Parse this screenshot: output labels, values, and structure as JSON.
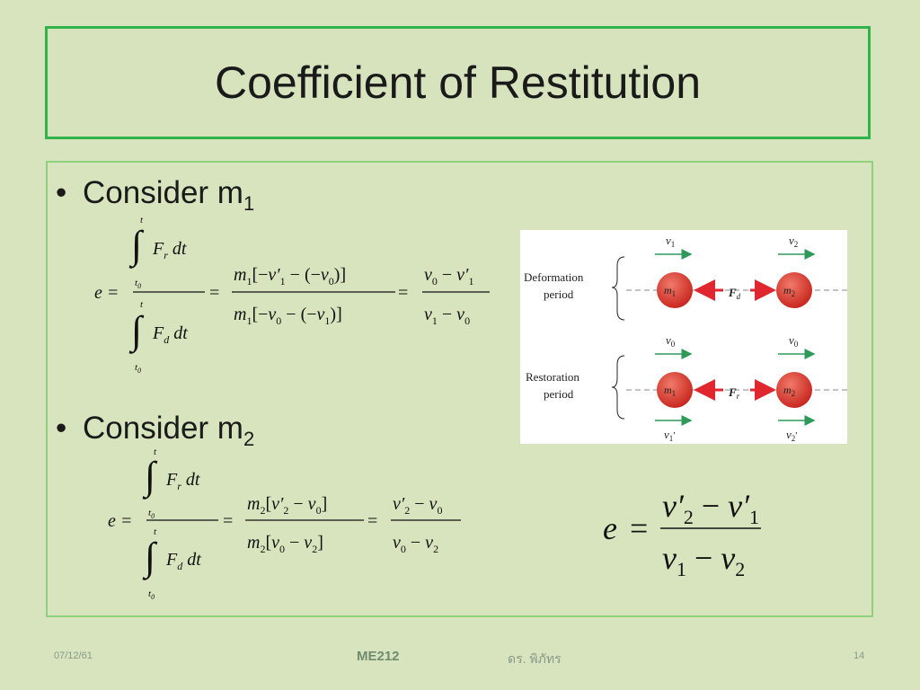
{
  "slide": {
    "title": "Coefficient of Restitution",
    "bullets": [
      {
        "text": "Consider m",
        "sub": "1"
      },
      {
        "text": "Consider m",
        "sub": "2"
      }
    ]
  },
  "diagram": {
    "deformation_label": [
      "Deformation",
      "period"
    ],
    "restoration_label": [
      "Restoration",
      "period"
    ],
    "mass1": "m",
    "mass1_sub": "1",
    "mass2": "m",
    "mass2_sub": "2",
    "force_d": "F",
    "force_d_sub": "d",
    "force_r": "F",
    "force_r_sub": "r",
    "v_top_left": "v",
    "v_top_left_sub": "1",
    "v_top_right": "v",
    "v_top_right_sub": "2",
    "v_mid_left": "v",
    "v_mid_left_sub": "0",
    "v_mid_right": "v",
    "v_mid_right_sub": "0",
    "v_bot_left": "v",
    "v_bot_left_sub": "1′",
    "v_bot_right": "v",
    "v_bot_right_sub": "2′",
    "colors": {
      "ball": "#d9362b",
      "arrow_red": "#e0262e",
      "arrow_green": "#2e9a5a"
    }
  },
  "footer": {
    "date": "07/12/61",
    "course": "ME212",
    "author": "ดร. พิภัทร",
    "page": "14"
  }
}
